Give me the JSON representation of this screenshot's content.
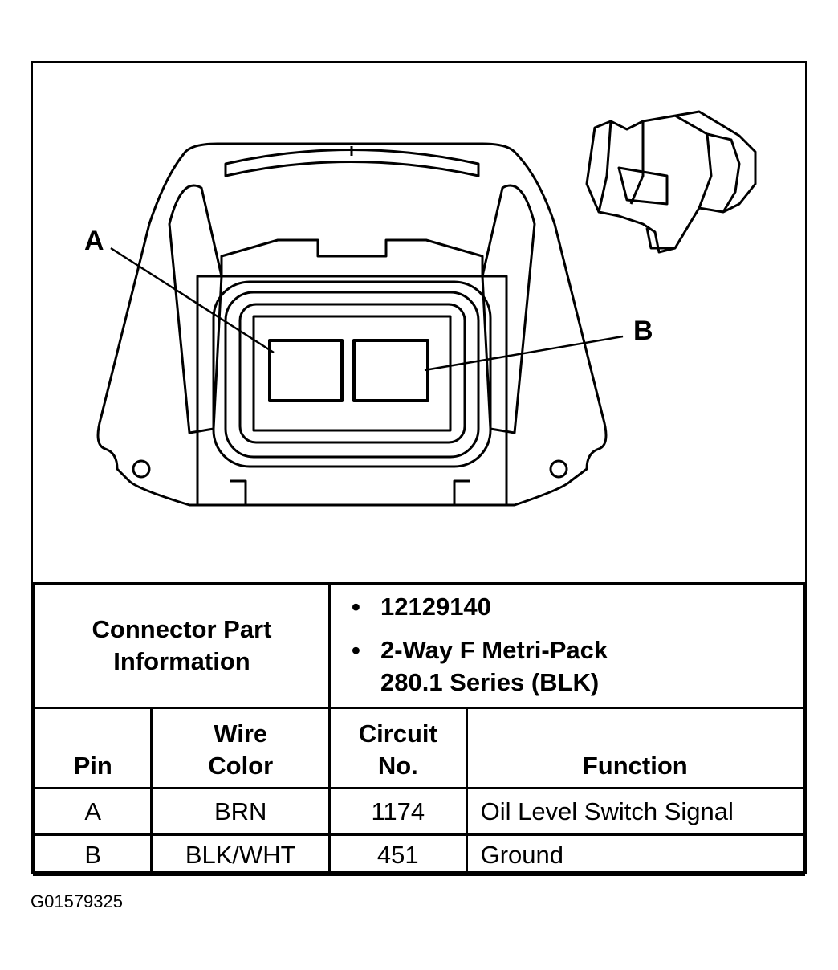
{
  "diagram": {
    "pin_labels": [
      "A",
      "B"
    ]
  },
  "table": {
    "part_info_label_lines": [
      "Connector Part",
      "Information"
    ],
    "part_info": [
      [
        "12129140"
      ],
      [
        "2-Way F Metri-Pack",
        "280.1 Series (BLK)"
      ]
    ],
    "headers": {
      "pin": "Pin",
      "wire_color": [
        "Wire",
        "Color"
      ],
      "circuit": [
        "Circuit",
        "No."
      ],
      "function": "Function"
    },
    "rows": [
      {
        "pin": "A",
        "wire_color": "BRN",
        "circuit": "1174",
        "function": "Oil Level Switch Signal"
      },
      {
        "pin": "B",
        "wire_color": "BLK/WHT",
        "circuit": "451",
        "function": "Ground"
      }
    ]
  },
  "figure_id": "G01579325"
}
